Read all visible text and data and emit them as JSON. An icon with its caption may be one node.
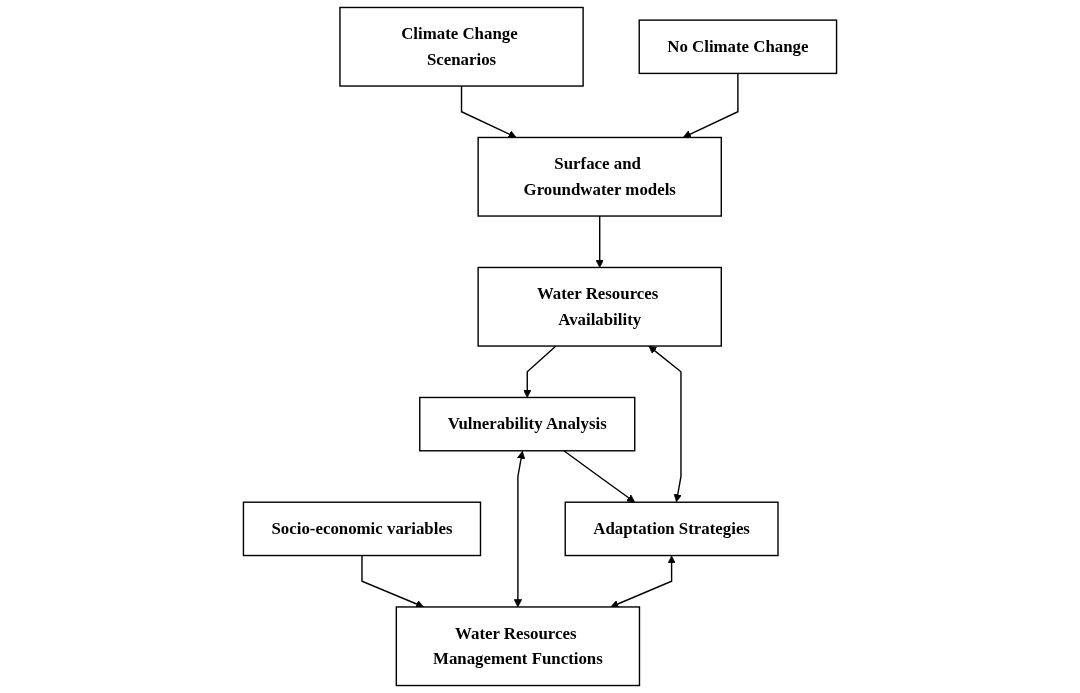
{
  "diagram": {
    "nodes": [
      {
        "text": [
          "Climate Change Scenarios"
        ]
      },
      {
        "text": [
          "Socio-economic variables"
        ]
      },
      {
        "text": [
          "No Climate Change"
        ]
      },
      {
        "text": [
          "Surface and Groundwater models"
        ]
      },
      {
        "text": [
          "Water Resources Availability"
        ]
      },
      {
        "text": [
          "Water Resources Management Functions"
        ]
      },
      {
        "text": [
          "Vulnerability Analysis"
        ]
      },
      {
        "text": [
          "Adaptation Strategies"
        ]
      }
    ],
    "edges": [
      {
        "from": 0,
        "to": 3,
        "arrow": "to"
      },
      {
        "from": 2,
        "to": 3,
        "arrow": "to"
      },
      {
        "from": 1,
        "to": 5,
        "arrow": "to"
      },
      {
        "from": 3,
        "to": 4,
        "arrow": "to"
      },
      {
        "from": 4,
        "to": 6,
        "arrow": "to"
      },
      {
        "from": 6,
        "to": 7,
        "arrow": "to"
      },
      {
        "from": 7,
        "to": 4,
        "arrow": "both"
      },
      {
        "from": 6,
        "to": 5,
        "arrow": "both"
      },
      {
        "from": 7,
        "to": 5,
        "arrow": "both"
      }
    ]
  }
}
